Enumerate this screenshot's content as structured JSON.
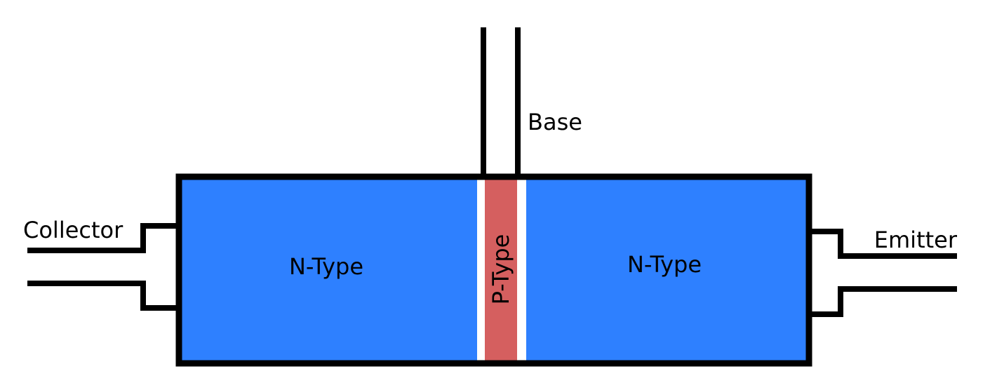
{
  "labels": {
    "base": "Base",
    "collector": "Collector",
    "emitter": "Emitter",
    "left_region": "N-Type",
    "middle_region": "P-Type",
    "right_region": "N-Type"
  },
  "colors": {
    "n_type": "#2e80ff",
    "p_type": "#d55f5f",
    "outline": "#000000",
    "junction_gap": "#ffffff"
  }
}
